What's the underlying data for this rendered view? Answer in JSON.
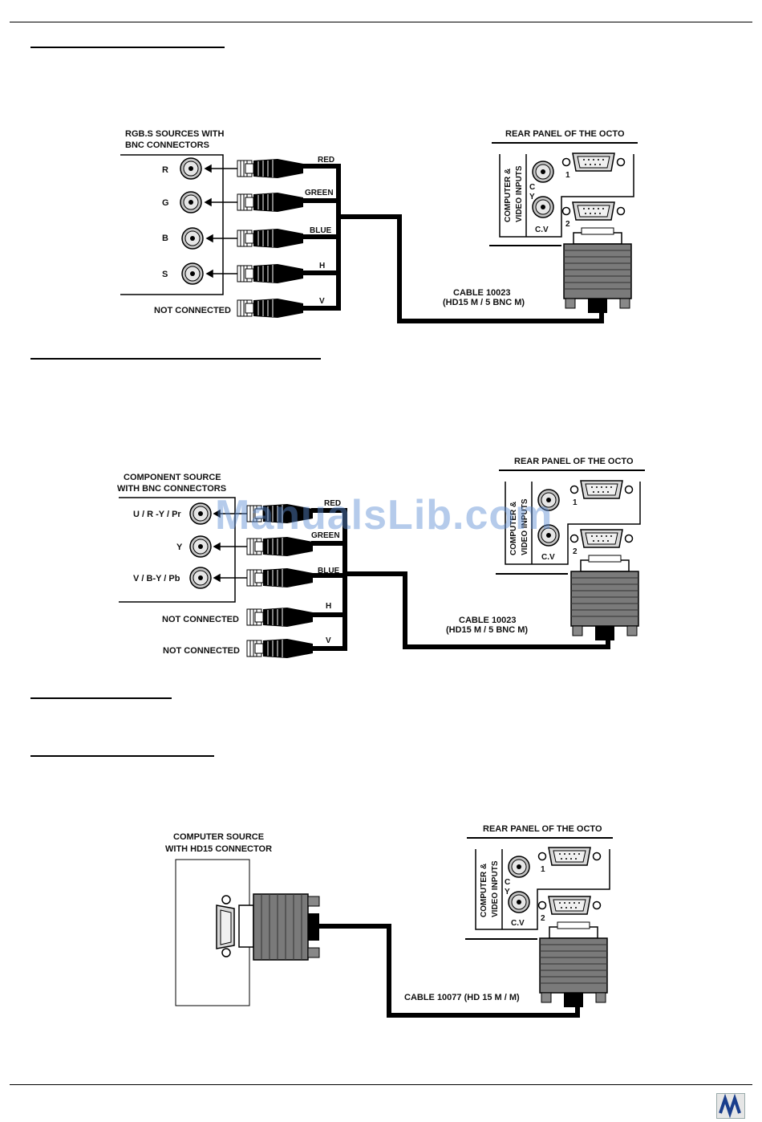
{
  "diagram1": {
    "source_title_line1": "RGB.S SOURCES WITH",
    "source_title_line2": "BNC CONNECTORS",
    "rear_title": "REAR PANEL OF THE OCTO",
    "inputs": [
      "R",
      "G",
      "B",
      "S"
    ],
    "not_connected": "NOT CONNECTED",
    "wires": [
      "RED",
      "GREEN",
      "BLUE",
      "H",
      "V"
    ],
    "cable_line1": "CABLE 10023",
    "cable_line2": "(HD15 M /  5 BNC M)",
    "panel_label_line1": "COMPUTER &",
    "panel_label_line2": "VIDEO INPUTS",
    "port_1": "1",
    "port_2": "2",
    "c_label": "C",
    "y_label": "Y",
    "cv_label": "C.V"
  },
  "diagram2": {
    "source_title_line1": "COMPONENT SOURCE",
    "source_title_line2": "WITH BNC CONNECTORS",
    "rear_title": "REAR PANEL OF THE OCTO",
    "inputs": [
      "U / R -Y / Pr",
      "Y",
      "V / B-Y / Pb"
    ],
    "not_connected_1": "NOT CONNECTED",
    "not_connected_2": "NOT CONNECTED",
    "wires": [
      "RED",
      "GREEN",
      "BLUE",
      "H",
      "V"
    ],
    "cable_line1": "CABLE 10023",
    "cable_line2": "(HD15 M /  5 BNC M)",
    "panel_label_line1": "COMPUTER &",
    "panel_label_line2": "VIDEO INPUTS",
    "port_1": "1",
    "port_2": "2",
    "cv_label": "C.V"
  },
  "diagram3": {
    "source_title_line1": "COMPUTER SOURCE",
    "source_title_line2": "WITH HD15 CONNECTOR",
    "rear_title": "REAR PANEL OF THE OCTO",
    "cable_label": "CABLE 10077 (HD 15 M / M)",
    "panel_label_line1": "COMPUTER &",
    "panel_label_line2": "VIDEO INPUTS",
    "port_1": "1",
    "port_2": "2",
    "c_label": "C",
    "y_label": "Y",
    "cv_label": "C.V"
  },
  "watermark": "ManualsLib.com",
  "colors": {
    "cable": "#000000",
    "connector_gray": "#7a7a7a",
    "bnc_gray": "#b8b8b8",
    "watermark": "#5a8cd2"
  }
}
